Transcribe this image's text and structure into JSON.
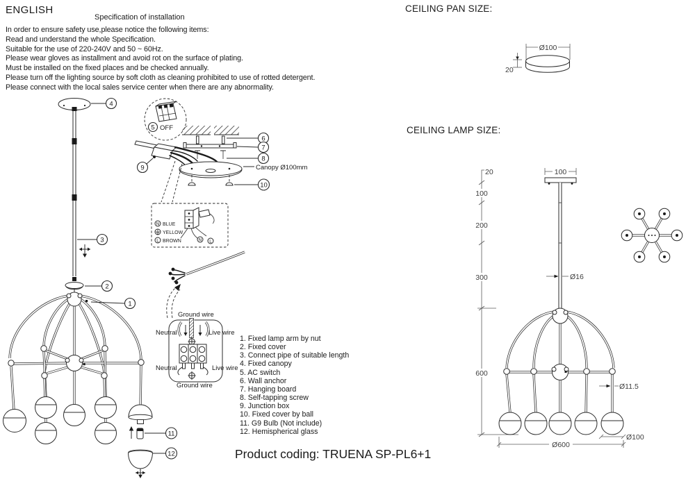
{
  "header": {
    "language": "ENGLISH",
    "title": "Specification of installation",
    "instructions": [
      "In order to ensure safety use,please notice the following items:",
      "Read and understand the whole Specification.",
      "Suitable for the use of 220-240V and 50 ~ 60Hz.",
      "Please wear gloves as installment and avoid rot on the surface of plating.",
      "Must be installed on the fixed places and be checked annually.",
      "Please turn off the lighting source by soft cloth as cleaning prohibited to use of rotted detergent.",
      "Please connect with the local sales service center when there are any abnormality."
    ]
  },
  "sections": {
    "ceiling_pan": "CEILING PAN SIZE:",
    "ceiling_lamp": "CEILING LAMP SIZE:"
  },
  "parts_list": [
    "1. Fixed lamp arm by nut",
    "2. Fixed cover",
    "3. Connect pipe of suitable length",
    "4. Fixed canopy",
    "5. AC switch",
    "6. Wall anchor",
    "7. Hanging board",
    "8. Self-tapping screw",
    "9. Junction box",
    "10. Fixed cover by ball",
    "11. G9 Bulb (Not include)",
    "12. Hemispherical glass"
  ],
  "callouts": {
    "n1": "1",
    "n2": "2",
    "n3": "3",
    "n4": "4",
    "n5": "5",
    "n6": "6",
    "n7": "7",
    "n8": "8",
    "n9": "9",
    "n10": "10",
    "n11": "11",
    "n12": "12"
  },
  "install": {
    "switch_off": "OFF",
    "canopy_label": "Canopy Ø100mm"
  },
  "wiring": {
    "ground_top": "Ground wire",
    "neutral_top": "Neutral",
    "live_top": "Live wire",
    "neutral_bottom": "Neutral",
    "live_bottom": "Live wire",
    "ground_bottom": "Ground wire",
    "terminal_n": "N",
    "terminal_l": "L",
    "colors": [
      {
        "letter": "N",
        "label": "BLUE"
      },
      {
        "letter": "",
        "label": "YELLOW"
      },
      {
        "letter": "L",
        "label": "BROWN"
      }
    ]
  },
  "pan": {
    "diameter": "Ø100",
    "height": "20"
  },
  "lamp": {
    "d20": "20",
    "d100": "100",
    "d200": "200",
    "d300": "300",
    "d600": "600",
    "canopy": "100",
    "rod": "Ø16",
    "arm": "Ø11.5",
    "ball": "Ø100",
    "total": "Ø600"
  },
  "footer": {
    "product_coding": "Product coding: TRUENA SP-PL6+1"
  }
}
